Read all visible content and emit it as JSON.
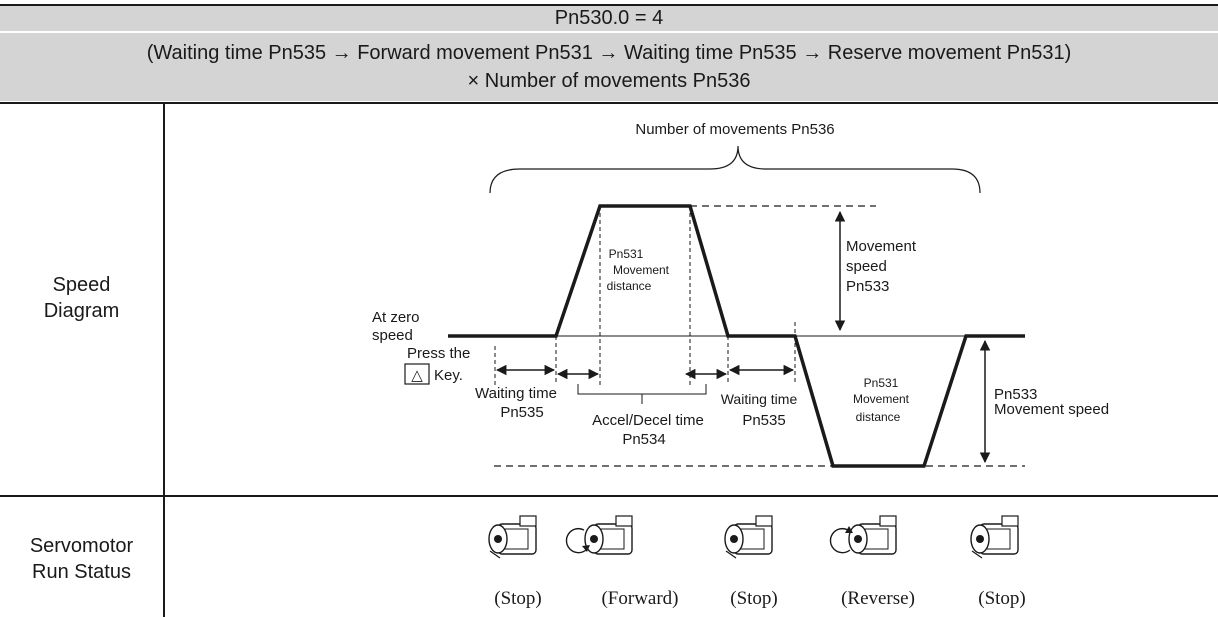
{
  "header": {
    "title": "Pn530.0 = 4",
    "sequence_line1": "(Waiting time Pn535 → Forward movement Pn531 → Waiting time Pn535 → Reserve movement Pn531)",
    "sequence_line2": "× Number of movements Pn536"
  },
  "rows": {
    "speed_label_1": "Speed",
    "speed_label_2": "Diagram",
    "status_label_1": "Servomotor",
    "status_label_2": "Run Status"
  },
  "diagram": {
    "number_of_movements": "Number of movements Pn536",
    "fwd_distance_1": "Pn531",
    "fwd_distance_2": "Movement",
    "fwd_distance_3": "distance",
    "speed_up_1": "Movement",
    "speed_up_2": "speed",
    "speed_up_3": "Pn533",
    "at_zero_1": "At zero",
    "at_zero_2": "speed",
    "press_the": "Press the",
    "key_symbol": "△",
    "key_label": "Key.",
    "wait1_1": "Waiting time",
    "wait1_2": "Pn535",
    "accel_1": "Accel/Decel time",
    "accel_2": "Pn534",
    "wait2_1": "Waiting time",
    "wait2_2": "Pn535",
    "rev_distance_1": "Pn531",
    "rev_distance_2": "Movement",
    "rev_distance_3": "distance",
    "speed_down_1": "Pn533",
    "speed_down_2": "Movement speed"
  },
  "status": [
    {
      "label": "(Stop)",
      "icon": "servomotor-icon"
    },
    {
      "label": "(Forward)",
      "icon": "servomotor-forward-icon"
    },
    {
      "label": "(Stop)",
      "icon": "servomotor-icon"
    },
    {
      "label": "(Reverse)",
      "icon": "servomotor-reverse-icon"
    },
    {
      "label": "(Stop)",
      "icon": "servomotor-icon"
    }
  ]
}
